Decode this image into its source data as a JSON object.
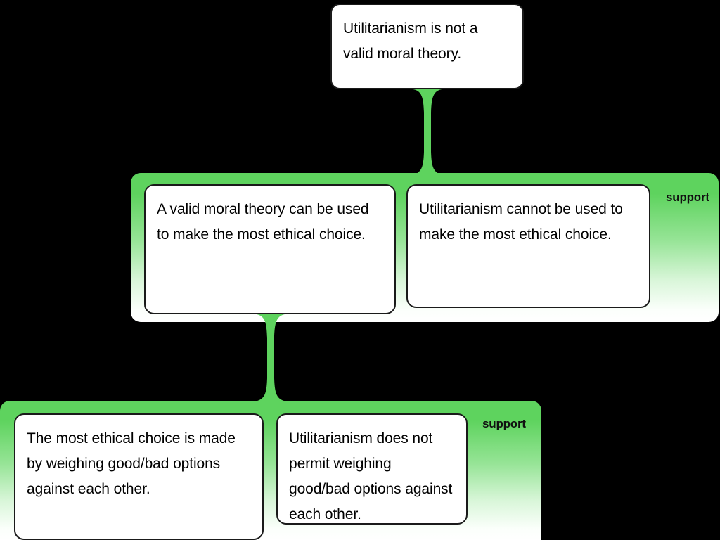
{
  "diagram": {
    "type": "argument-map",
    "background_color": "#000000",
    "accent_color": "#5ED35E",
    "box_fill": "#FFFFFF",
    "box_border": "#1a1a1a",
    "text_color": "#000000"
  },
  "root": {
    "id": "claim-root",
    "text": "Utilitarianism is not a valid moral theory.",
    "role": "conclusion"
  },
  "relations": [
    {
      "id": "relation-support-1",
      "label": "support",
      "from": "premise-group-1",
      "to": "claim-root"
    },
    {
      "id": "relation-support-2",
      "label": "support",
      "from": "premise-group-2",
      "to": "premise-1a"
    }
  ],
  "groups": [
    {
      "id": "premise-group-1",
      "label": "support",
      "premises": [
        {
          "id": "premise-1a",
          "text": "A valid moral theory can be used to make the most ethical choice."
        },
        {
          "id": "premise-1b",
          "text": "Utilitarianism cannot be used to make the most ethical choice."
        }
      ]
    },
    {
      "id": "premise-group-2",
      "label": "support",
      "premises": [
        {
          "id": "premise-2a",
          "text": "The most ethical choice is made by weighing good/bad options against each other."
        },
        {
          "id": "premise-2b",
          "text": "Utilitarianism does not permit weighing good/bad options against each other."
        }
      ]
    }
  ]
}
